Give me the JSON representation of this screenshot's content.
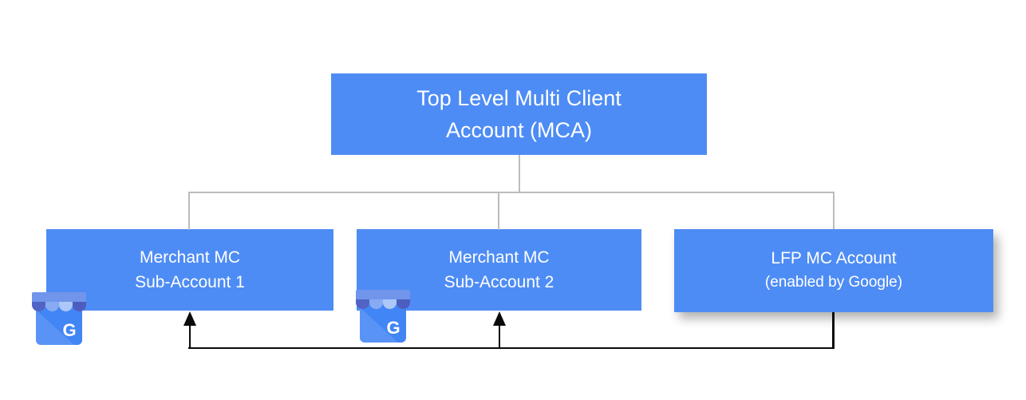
{
  "diagram": {
    "nodes": {
      "mca": {
        "line1": "Top Level Multi Client",
        "line2": "Account (MCA)"
      },
      "sub1": {
        "line1": "Merchant MC",
        "line2": "Sub-Account 1"
      },
      "sub2": {
        "line1": "Merchant MC",
        "line2": "Sub-Account 2"
      },
      "lfp": {
        "line1": "LFP MC Account",
        "line2": "(enabled by Google)"
      }
    },
    "icons": {
      "business_profile_letter": "G"
    },
    "colors": {
      "node_fill": "#4e8cf5",
      "node_text": "#ffffff",
      "tree_line": "#bcbcbc",
      "arrow_line": "#000000",
      "icon_body": "#4285f4",
      "icon_awning_band": "#7095eb",
      "icon_scallops": [
        "#5163c4",
        "#87abf3",
        "#abc8f8",
        "#4d5dbf"
      ]
    }
  }
}
